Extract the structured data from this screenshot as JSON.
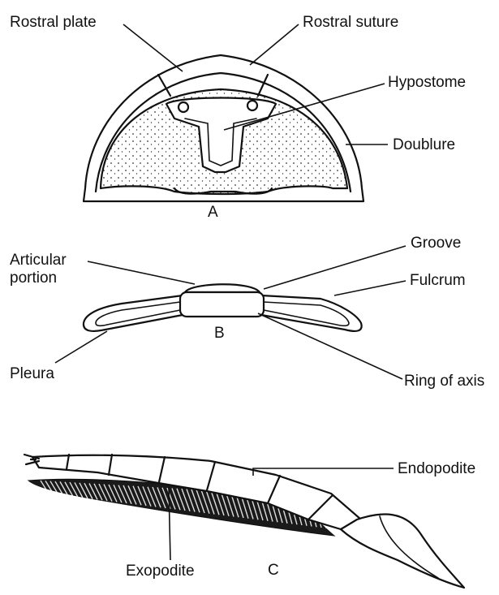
{
  "labels": {
    "rostral_plate": "Rostral plate",
    "rostral_suture": "Rostral suture",
    "hypostome": "Hypostome",
    "doublure": "Doublure",
    "fig_a": "A",
    "articular_portion_1": "Articular",
    "articular_portion_2": "portion",
    "groove": "Groove",
    "fulcrum": "Fulcrum",
    "fig_b": "B",
    "pleura": "Pleura",
    "ring_of_axis": "Ring of axis",
    "endopodite": "Endopodite",
    "exopodite": "Exopodite",
    "fig_c": "C"
  }
}
